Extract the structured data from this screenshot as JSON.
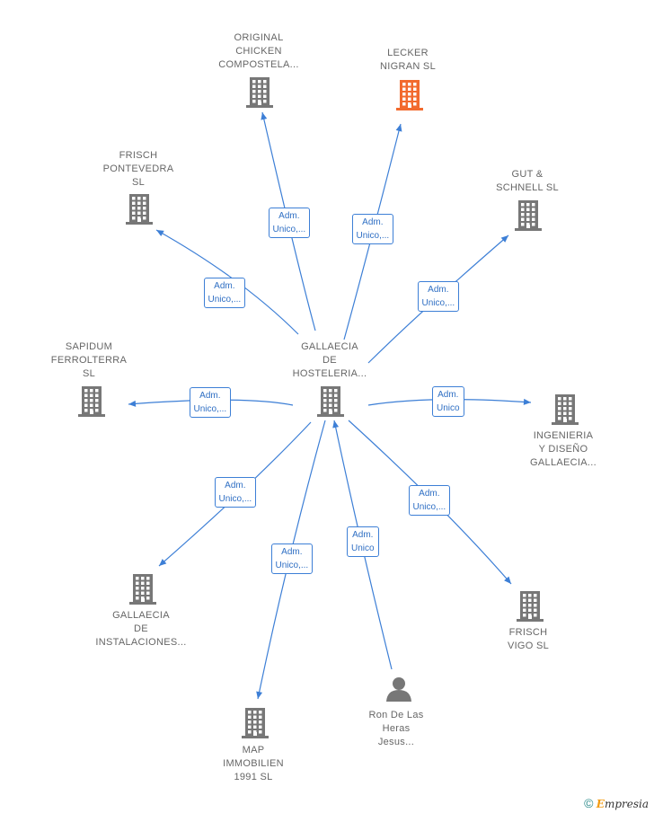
{
  "colors": {
    "edge": "#3d7fd6",
    "building": "#777777",
    "highlight": "#f26a2e",
    "person": "#777777"
  },
  "center": {
    "id": "gallaecia-hosteleria",
    "label": "GALLAECIA\nDE\nHOSTELERIA...",
    "icon": "building-icon"
  },
  "nodes": [
    {
      "id": "original-chicken",
      "label": "ORIGINAL\nCHICKEN\nCOMPOSTELA...",
      "icon": "building-icon",
      "highlight": false
    },
    {
      "id": "lecker-nigran",
      "label": "LECKER\nNIGRAN  SL",
      "icon": "building-icon",
      "highlight": true
    },
    {
      "id": "gut-schnell",
      "label": "GUT &\nSCHNELL  SL",
      "icon": "building-icon",
      "highlight": false
    },
    {
      "id": "frisch-pontevedra",
      "label": "FRISCH\nPONTEVEDRA\nSL",
      "icon": "building-icon",
      "highlight": false
    },
    {
      "id": "sapidum-ferrolterra",
      "label": "SAPIDUM\nFERROLTERRA\nSL",
      "icon": "building-icon",
      "highlight": false
    },
    {
      "id": "ingenieria-diseno",
      "label": "INGENIERIA\nY DISEÑO\nGALLAECIA...",
      "icon": "building-icon",
      "highlight": false
    },
    {
      "id": "gallaecia-instalaciones",
      "label": "GALLAECIA\nDE\nINSTALACIONES...",
      "icon": "building-icon",
      "highlight": false
    },
    {
      "id": "frisch-vigo",
      "label": "FRISCH\nVIGO  SL",
      "icon": "building-icon",
      "highlight": false
    },
    {
      "id": "map-immobilien",
      "label": "MAP\nIMMOBILIEN\n1991  SL",
      "icon": "building-icon",
      "highlight": false
    },
    {
      "id": "ron-de-las-heras",
      "label": "Ron De Las\nHeras\nJesus...",
      "icon": "person-icon",
      "highlight": false
    }
  ],
  "edges": [
    {
      "to": "original-chicken",
      "label": "Adm.\nUnico,..."
    },
    {
      "to": "lecker-nigran",
      "label": "Adm.\nUnico,..."
    },
    {
      "to": "gut-schnell",
      "label": "Adm.\nUnico,..."
    },
    {
      "to": "frisch-pontevedra",
      "label": "Adm.\nUnico,..."
    },
    {
      "to": "sapidum-ferrolterra",
      "label": "Adm.\nUnico,..."
    },
    {
      "to": "ingenieria-diseno",
      "label": "Adm.\nUnico"
    },
    {
      "to": "gallaecia-instalaciones",
      "label": "Adm.\nUnico,..."
    },
    {
      "to": "frisch-vigo",
      "label": "Adm.\nUnico,..."
    },
    {
      "to": "map-immobilien",
      "label": "Adm.\nUnico,..."
    },
    {
      "from": "ron-de-las-heras",
      "to": "gallaecia-hosteleria",
      "label": "Adm.\nUnico"
    }
  ],
  "footer": {
    "copyright": "©",
    "brand_first": "E",
    "brand_rest": "mpresia"
  }
}
